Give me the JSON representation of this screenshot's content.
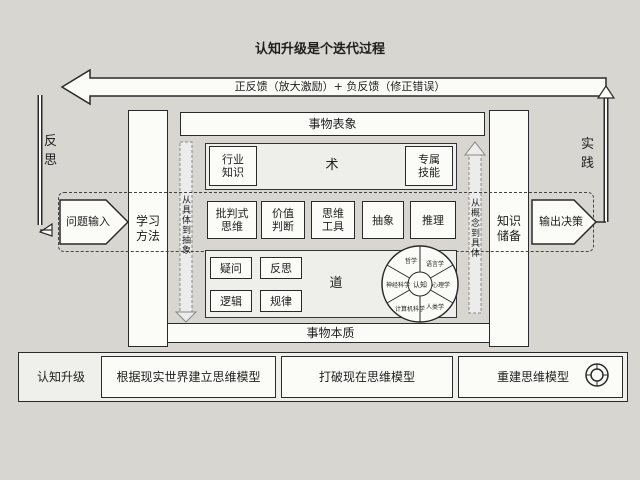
{
  "title": "认知升级是个迭代过程",
  "feedback_label": "正反馈（放大激励）+ 负反馈（修正错误）",
  "left_side_label": "反\n思",
  "right_side_label": "实\n践",
  "top_band": "事物表象",
  "bottom_band": "事物本质",
  "left_column": "学习\n方法",
  "right_column": "知识\n储备",
  "input_label": "问题输入",
  "output_label": "输出决策",
  "left_arrow_text": "从具体到抽象",
  "right_arrow_text": "从概念到具体",
  "shu": {
    "center": "术",
    "industry": "行业\n知识",
    "skill": "专属\n技能"
  },
  "middle_row": [
    "批判式\n思维",
    "价值\n判断",
    "思维\n工具",
    "抽象",
    "推理"
  ],
  "dao": {
    "center": "道",
    "items": [
      "疑问",
      "反思",
      "逻辑",
      "规律"
    ]
  },
  "wheel": {
    "center": "认知",
    "segments": [
      "哲学",
      "语言学",
      "心理学",
      "人类学",
      "计算机科学",
      "神经科学"
    ]
  },
  "footer": {
    "label": "认知升级",
    "stages": [
      "根据现实世界建立思维模型",
      "打破现在思维模型",
      "重建思维模型"
    ]
  }
}
